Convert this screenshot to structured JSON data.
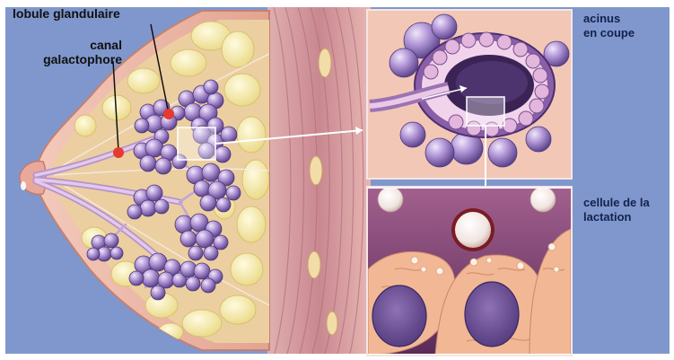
{
  "labels": {
    "lobule": "lobule glandulaire",
    "canal": "canal\ngalactophore",
    "acinus": "acinus\nen coupe",
    "cellule": "cellule de la\nlactation"
  },
  "colors": {
    "background": "#7f97cc",
    "skin": "#ebb3a4",
    "fat": "#f4e7a0",
    "lobule": "#9a7cc4",
    "duct": "#d9b8e0",
    "muscle": "#d49aa0",
    "marker": "#e53a2f",
    "cell_panel": "#7a3a70"
  }
}
